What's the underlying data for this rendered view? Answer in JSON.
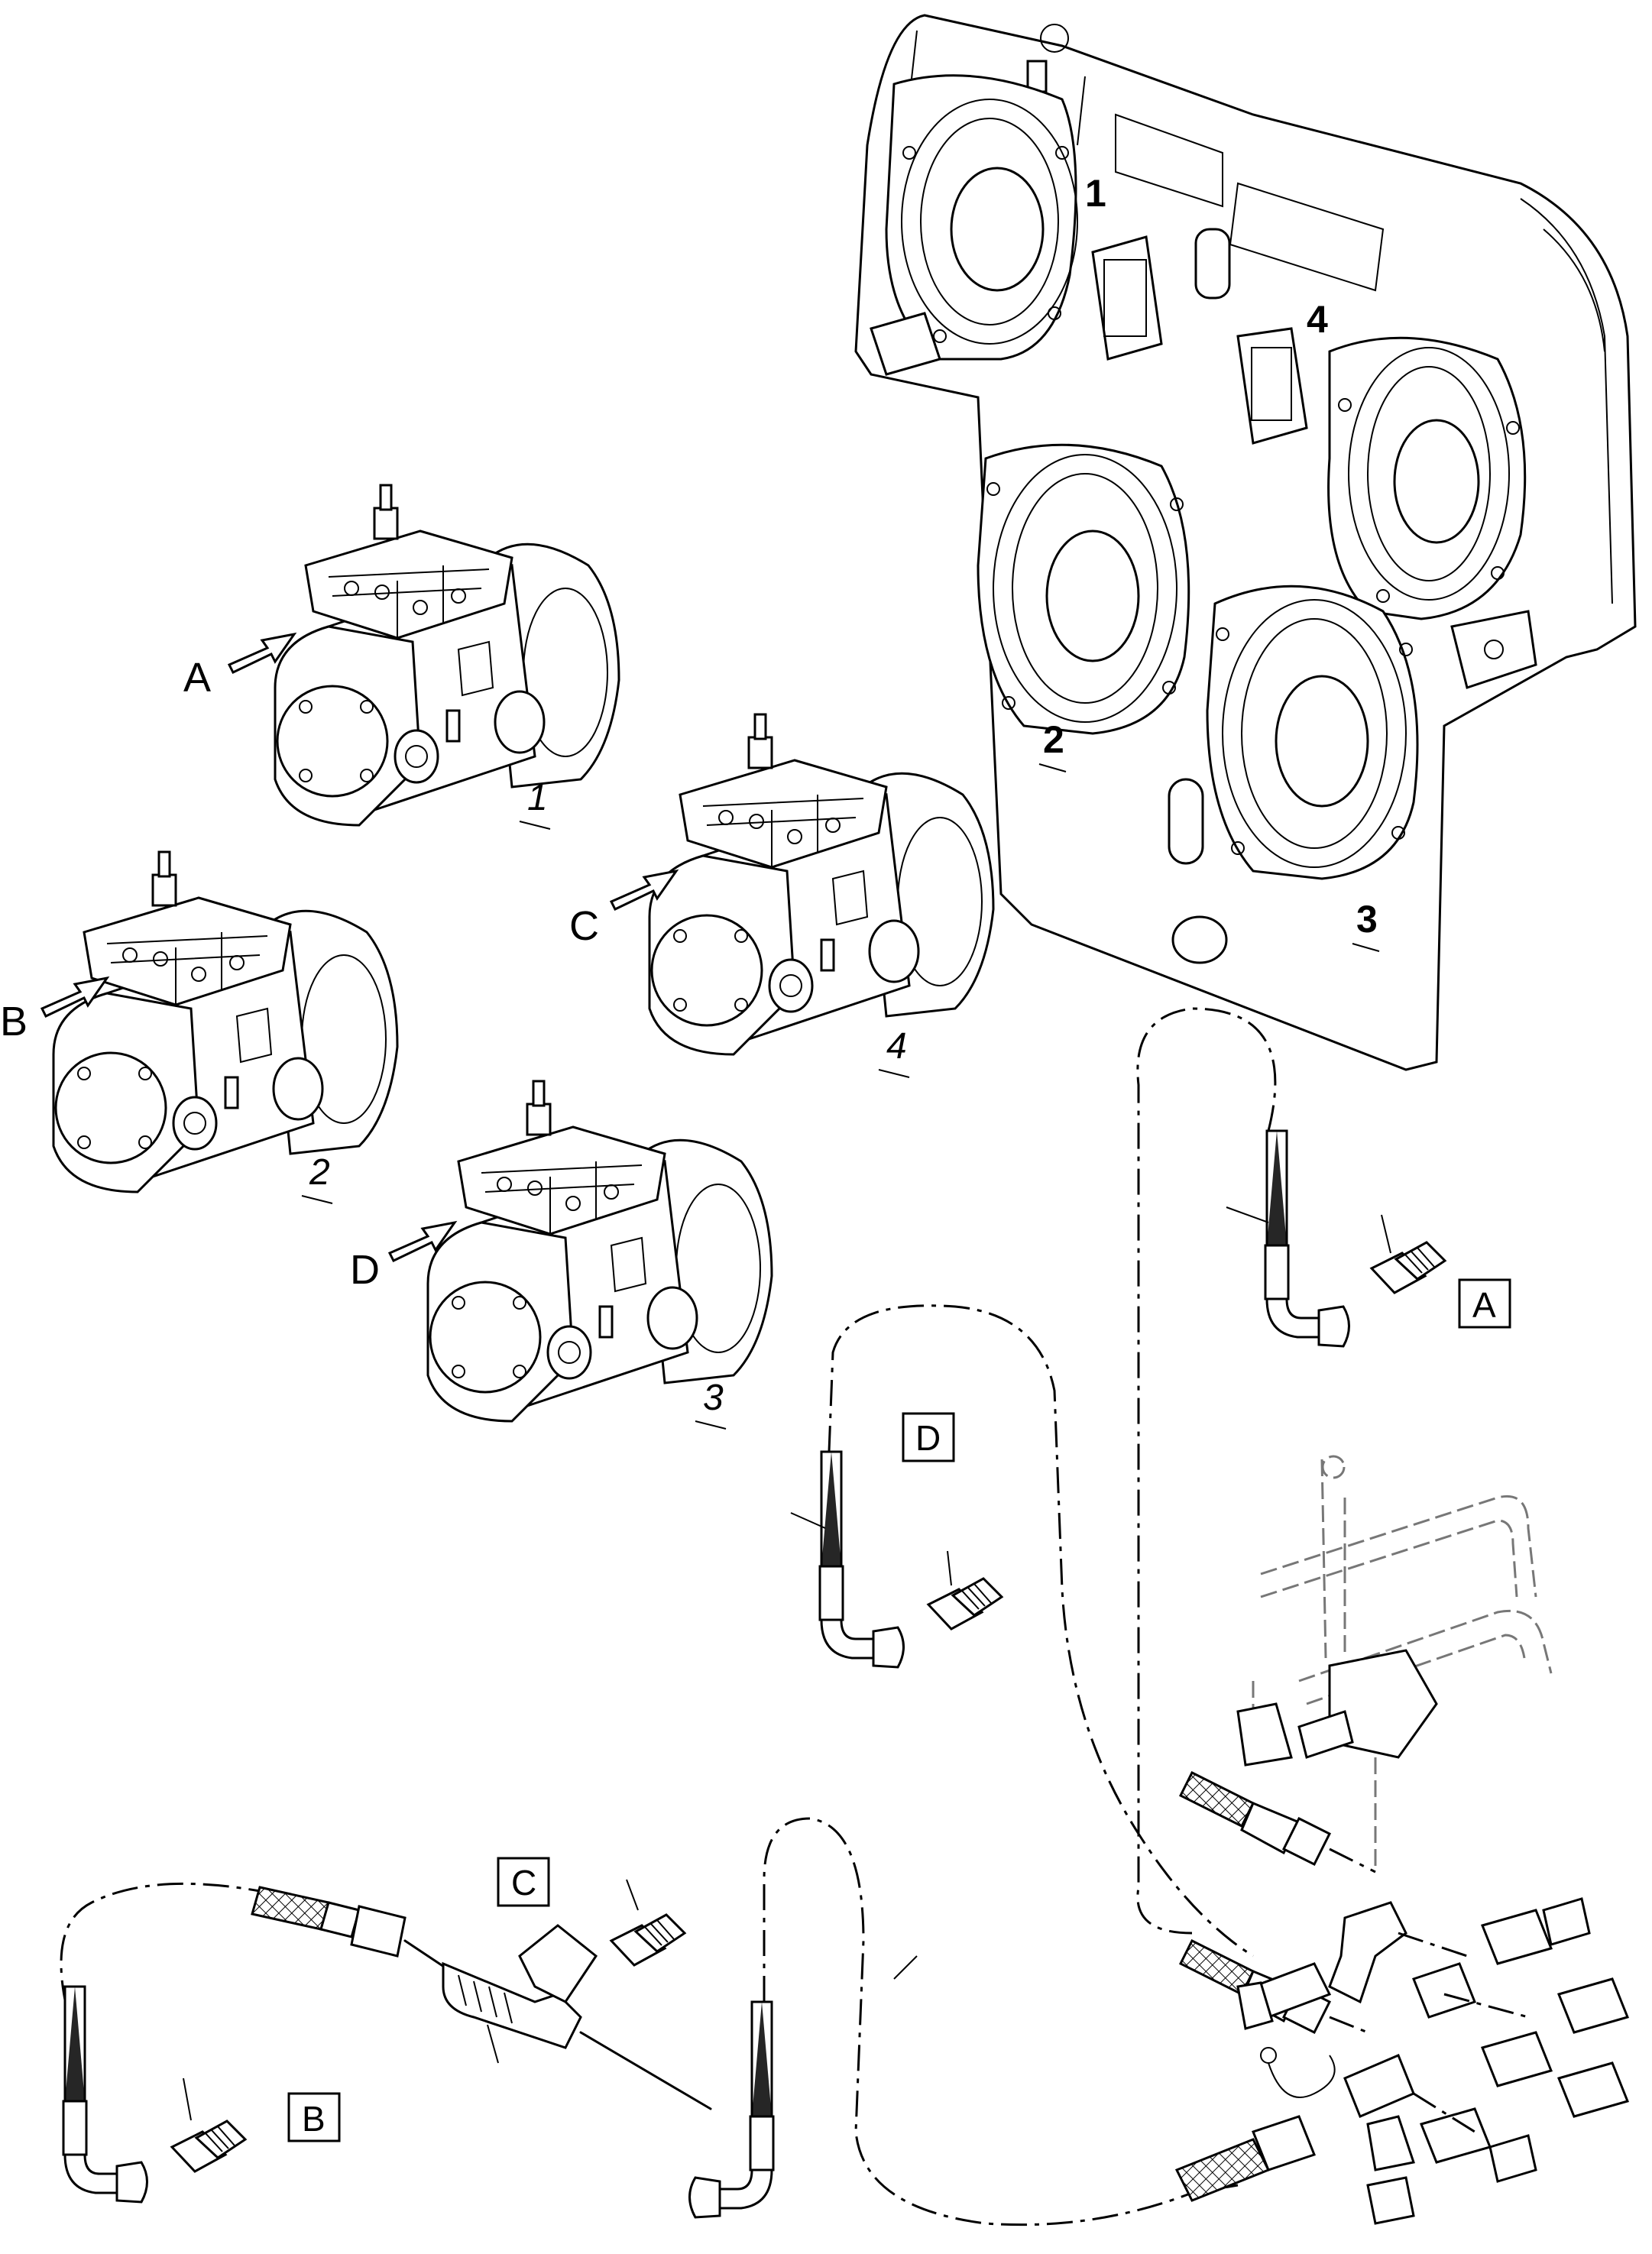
{
  "housing": {
    "port_labels": [
      "1",
      "2",
      "3",
      "4"
    ]
  },
  "pumps": [
    {
      "number": "1",
      "arrow_label": "A"
    },
    {
      "number": "2",
      "arrow_label": "B"
    },
    {
      "number": "4",
      "arrow_label": "C"
    },
    {
      "number": "3",
      "arrow_label": "D"
    }
  ],
  "hose_callouts": [
    "A",
    "D",
    "C",
    "B"
  ]
}
